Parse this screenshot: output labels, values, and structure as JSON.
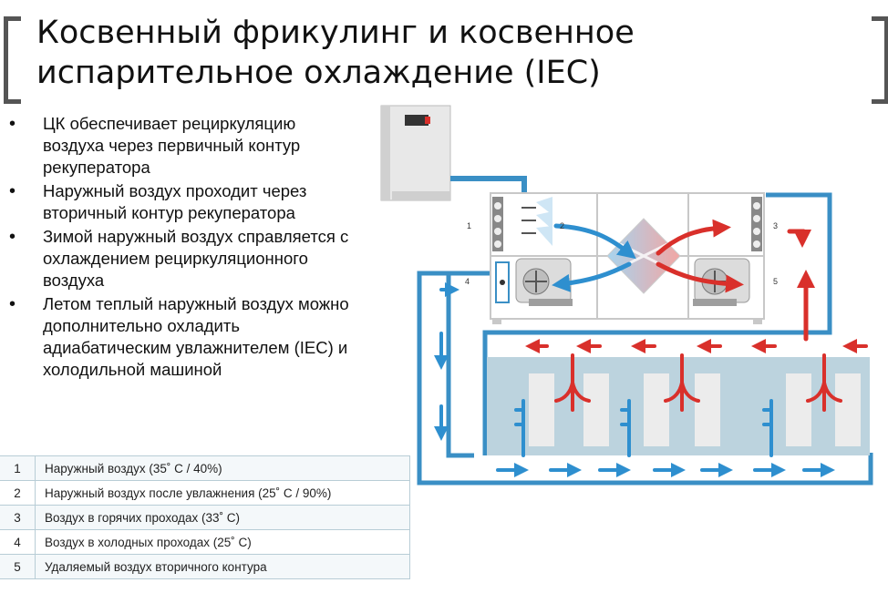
{
  "title": "Косвенный фрикулинг и косвенное испарительное охлаждение (IEC)",
  "bullets": [
    "ЦК обеспечивает рециркуляцию воздуха через первичный контур рекуператора",
    "Наружный воздух проходит через вторичный контур рекуператора",
    "Зимой наружный воздух справляется с охлаждением рециркуляционного воздуха",
    "Летом теплый наружный воздух можно дополнительно охладить адиабатическим увлажнителем (IEC) и холодильной машиной"
  ],
  "diagram": {
    "labels": [
      "1",
      "2",
      "3",
      "4",
      "5"
    ],
    "colors": {
      "cold": "#2e8fcf",
      "hot": "#d9302b",
      "pipe": "#3a8fc5",
      "room": "#bcd3de",
      "frame": "#c8c8c8"
    },
    "icons": [
      "controller-cabinet-icon",
      "fan-icon",
      "heat-exchanger-icon",
      "filter-icon",
      "server-rack-icon"
    ]
  },
  "legend": [
    {
      "num": "1",
      "text": "Наружный воздух (35˚ C / 40%)"
    },
    {
      "num": "2",
      "text": "Наружный воздух после увлажнения (25˚ C / 90%)"
    },
    {
      "num": "3",
      "text": "Воздух в горячих проходах (33˚ C)"
    },
    {
      "num": "4",
      "text": "Воздух в холодных проходах (25˚ C)"
    },
    {
      "num": "5",
      "text": "Удаляемый воздух вторичного контура"
    }
  ]
}
